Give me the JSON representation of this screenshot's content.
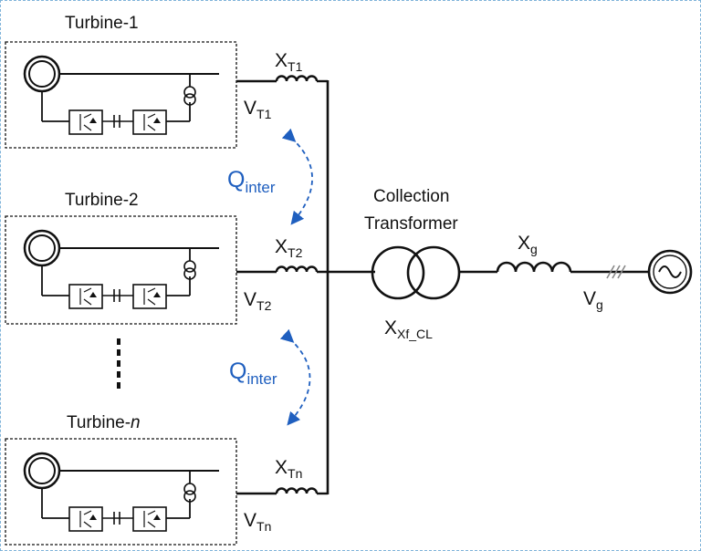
{
  "turbines": [
    {
      "title": "Turbine-1",
      "reactance": {
        "main": "X",
        "sub": "T1"
      },
      "voltage": {
        "main": "V",
        "sub": "T1"
      }
    },
    {
      "title": "Turbine-2",
      "reactance": {
        "main": "X",
        "sub": "T2"
      },
      "voltage": {
        "main": "V",
        "sub": "T2"
      }
    },
    {
      "title_main": "Turbine-",
      "title_italic": "n",
      "reactance": {
        "main": "X",
        "sub": "Tn"
      },
      "voltage": {
        "main": "V",
        "sub": "Tn"
      }
    }
  ],
  "q_inter": [
    {
      "main": "Q",
      "sub": "inter"
    },
    {
      "main": "Q",
      "sub": "inter"
    }
  ],
  "transformer": {
    "title_line1": "Collection",
    "title_line2": "Transformer",
    "reactance": {
      "main": "X",
      "sub": "Xf_CL"
    }
  },
  "grid": {
    "reactance": {
      "main": "X",
      "sub": "g"
    },
    "voltage": {
      "main": "V",
      "sub": "g"
    }
  },
  "colors": {
    "line": "#111111",
    "q_inter": "#1f5fbf",
    "border": "#7fb3d9"
  }
}
